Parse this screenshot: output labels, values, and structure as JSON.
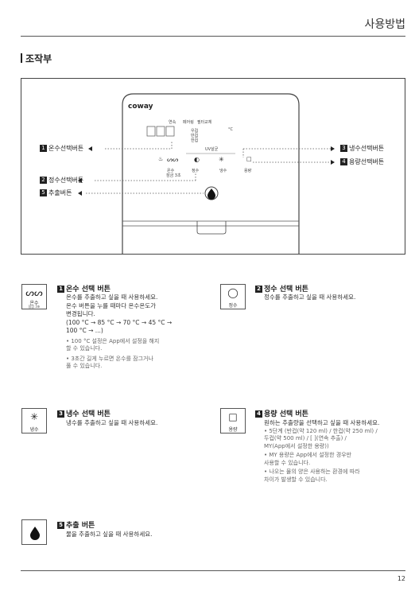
{
  "header": {
    "title": "사용방법",
    "section_title": "조작부"
  },
  "device": {
    "brand": "coway",
    "top_labels": [
      "연속",
      "페어링",
      "필터교체"
    ],
    "left_indicators": [
      "우컵",
      "반컵",
      "한컵"
    ],
    "unit": "°C",
    "uv_label": "UV살균",
    "button_labels": {
      "warm": "온수",
      "warm_sub": "잠금 3초",
      "pure": "정수",
      "cold": "냉수",
      "capacity": "용량"
    }
  },
  "callouts": [
    {
      "num": "1",
      "text": "온수선택버튼"
    },
    {
      "num": "2",
      "text": "정수선택버튼"
    },
    {
      "num": "5",
      "text": "추출버튼"
    },
    {
      "num": "3",
      "text": "냉수선택버튼"
    },
    {
      "num": "4",
      "text": "용량선택버튼"
    }
  ],
  "buttons": {
    "warm": {
      "num": "1",
      "title": "온수 선택 버튼",
      "icon": "warm-water-icon",
      "icon_label": "온수",
      "icon_sub": "잠금 3초",
      "lines": [
        "온수를 추출하고 싶을 때 사용하세요.",
        "온수 버튼을 누를 때마다 온수온도가",
        "변경됩니다.",
        "(100 °C → 85 °C → 70 °C → 45 °C →",
        "100 °C → ...)"
      ],
      "notes": [
        [
          "• 100 °C 설정은 App에서 설정을 해지",
          "  할 수 있습니다."
        ],
        [
          "• 3초간 길게 누르면 온수를 잠그거나",
          "  풀 수 있습니다."
        ]
      ]
    },
    "pure": {
      "num": "2",
      "title": "정수 선택 버튼",
      "icon": "water-drop-outline-icon",
      "icon_label": "정수",
      "lines": [
        "정수를 추출하고 싶을 때 사용하세요."
      ]
    },
    "cold": {
      "num": "3",
      "title": "냉수 선택 버튼",
      "icon": "snowflake-icon",
      "icon_label": "냉수",
      "lines": [
        "냉수를 추출하고 싶을 때 사용하세요."
      ]
    },
    "capacity": {
      "num": "4",
      "title": "용량 선택 버튼",
      "icon": "cup-icon",
      "icon_label": "용량",
      "lines": [
        "원하는 추출량을 선택하고 싶을 때 사용하세요."
      ],
      "notes": [
        [
          "• 5단계 (반컵(약 120 ml) / 한컵(약 250 ml) /",
          "  두컵(약 500 ml) / [ ](연속 추출) /",
          "  MY(App에서 설정한 용량))"
        ],
        [
          "• MY 용량은 App에서 설정한 경우만",
          "  사용할 수 있습니다."
        ],
        [
          "• 나오는 물의 양은 사용하는 환경에 따라",
          "  차이가 발생할 수 있습니다."
        ]
      ]
    },
    "extract": {
      "num": "5",
      "title": "추출 버튼",
      "icon": "water-drop-filled-icon",
      "lines": [
        "물을 추출하고 싶을 때 사용하세요."
      ]
    }
  },
  "page_number": "12"
}
